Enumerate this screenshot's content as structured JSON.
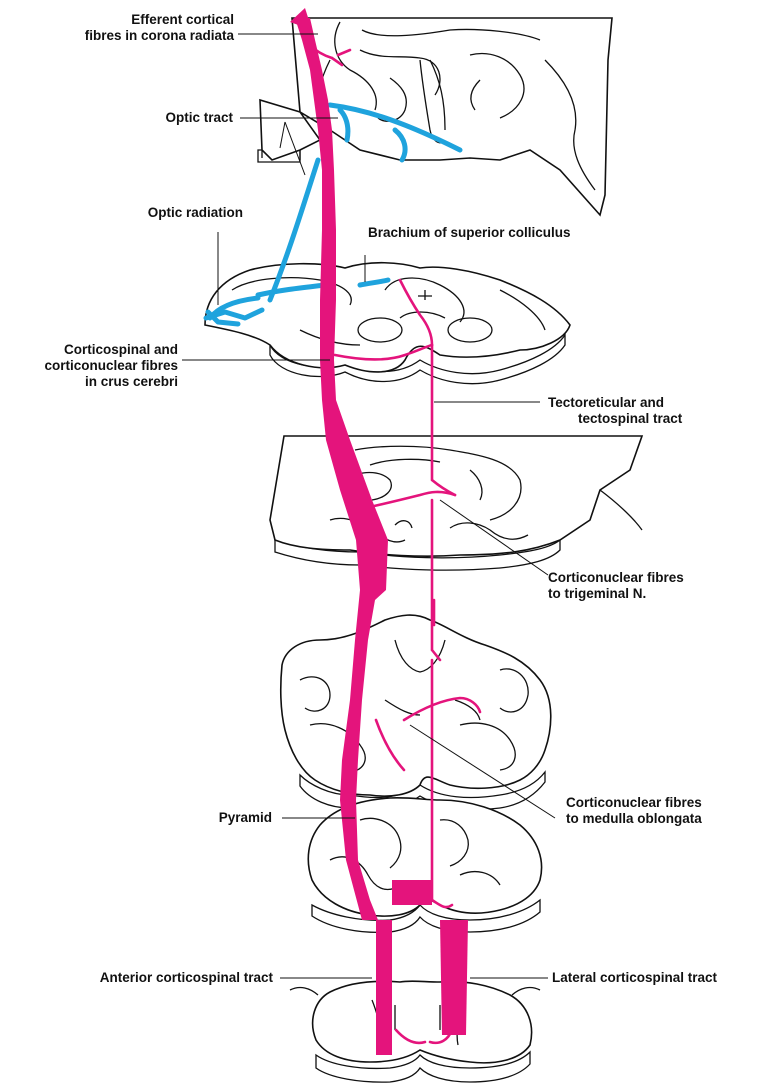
{
  "labels": {
    "efferent": [
      "Efferent cortical",
      "fibres in corona radiata"
    ],
    "optic_tract": "Optic tract",
    "optic_radiation": "Optic radiation",
    "brachium": "Brachium of superior colliculus",
    "corticospinal_crus": [
      "Corticospinal and",
      "corticonuclear fibres",
      "in crus cerebri"
    ],
    "tectoreticular": [
      "Tectoreticular and",
      "tectospinal tract"
    ],
    "trigeminal": [
      "Corticonuclear fibres",
      "to trigeminal N."
    ],
    "medulla": [
      "Corticonuclear fibres",
      "to medulla oblongata"
    ],
    "pyramid": "Pyramid",
    "anterior_cst": "Anterior corticospinal tract",
    "lateral_cst": "Lateral corticospinal tract"
  },
  "colors": {
    "corticospinal": "#e4147c",
    "visual": "#1fa3dd",
    "outline": "#111111"
  }
}
